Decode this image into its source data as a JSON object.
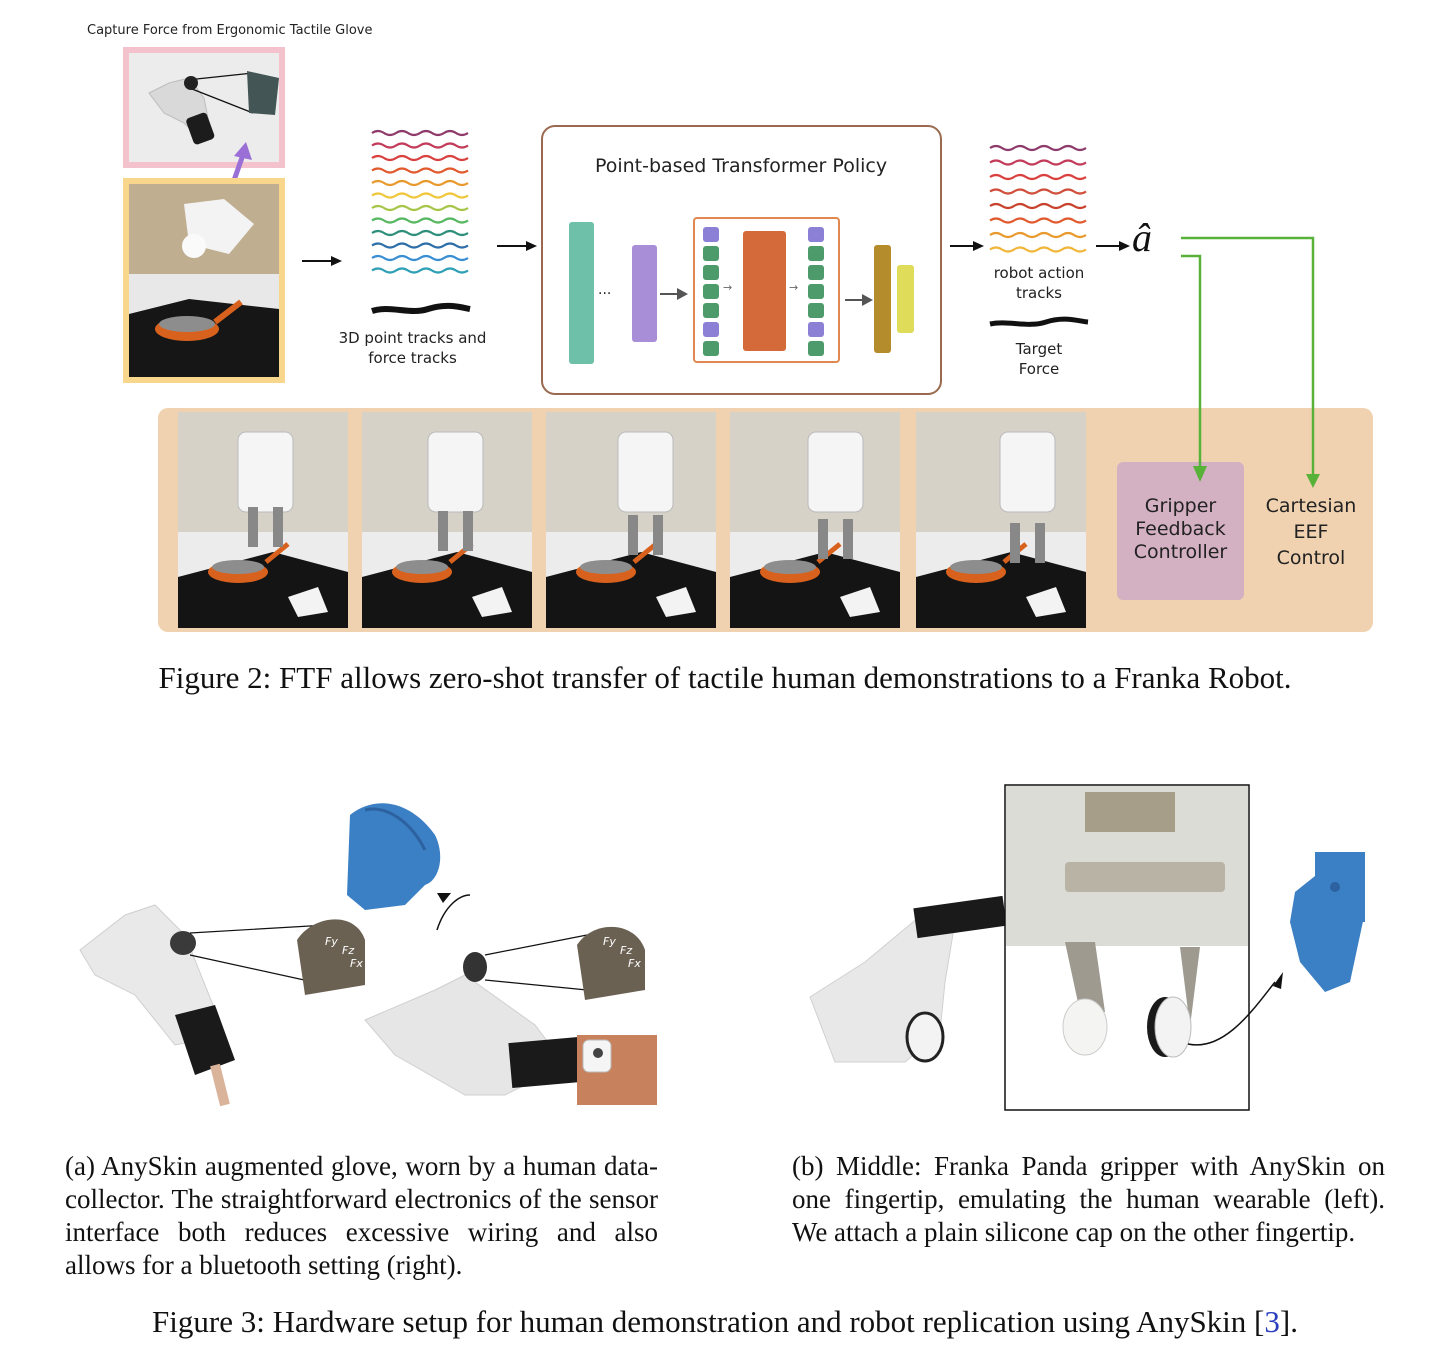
{
  "figure2": {
    "glove_title": "Capture Force from Ergonomic Tactile Glove",
    "tracks_label": "3D point tracks and\nforce tracks",
    "policy_title": "Point-based Transformer Policy",
    "ellipsis": "...",
    "action_symbol": "â",
    "robot_tracks_label": "robot action\ntracks",
    "target_force_label": "Target\nForce",
    "gripper_box_label": "Gripper\nFeedback\nController",
    "cartesian_label": "Cartesian\nEEF\nControl",
    "caption": "Figure 2: FTF allows zero-shot transfer of tactile human demonstrations to a Franka Robot.",
    "colors": {
      "pink_frame": "#f4c2cc",
      "orange_frame": "#f8d68c",
      "robot_panel": "#f0d2b0",
      "gripper_box": "#d4b1c2",
      "arrow_green": "#58b23a",
      "arrow_purple": "#9a6fd6"
    }
  },
  "figure3": {
    "force_labels": {
      "fy": "Fy",
      "fz": "Fz",
      "fx": "Fx"
    },
    "caption_a": "(a) AnySkin augmented glove, worn by a human data-collector. The straightforward electronics of the sensor interface both reduces excessive wiring and also allows for a bluetooth setting (right).",
    "caption_b": "(b) Middle: Franka Panda gripper with AnySkin on one fingertip, emulating the human wearable (left). We attach a plain silicone cap on the other fingertip.",
    "caption_prefix": "Figure 3: Hardware setup for human demonstration and robot replication using AnySkin [",
    "caption_ref": "3",
    "caption_suffix": "]."
  }
}
